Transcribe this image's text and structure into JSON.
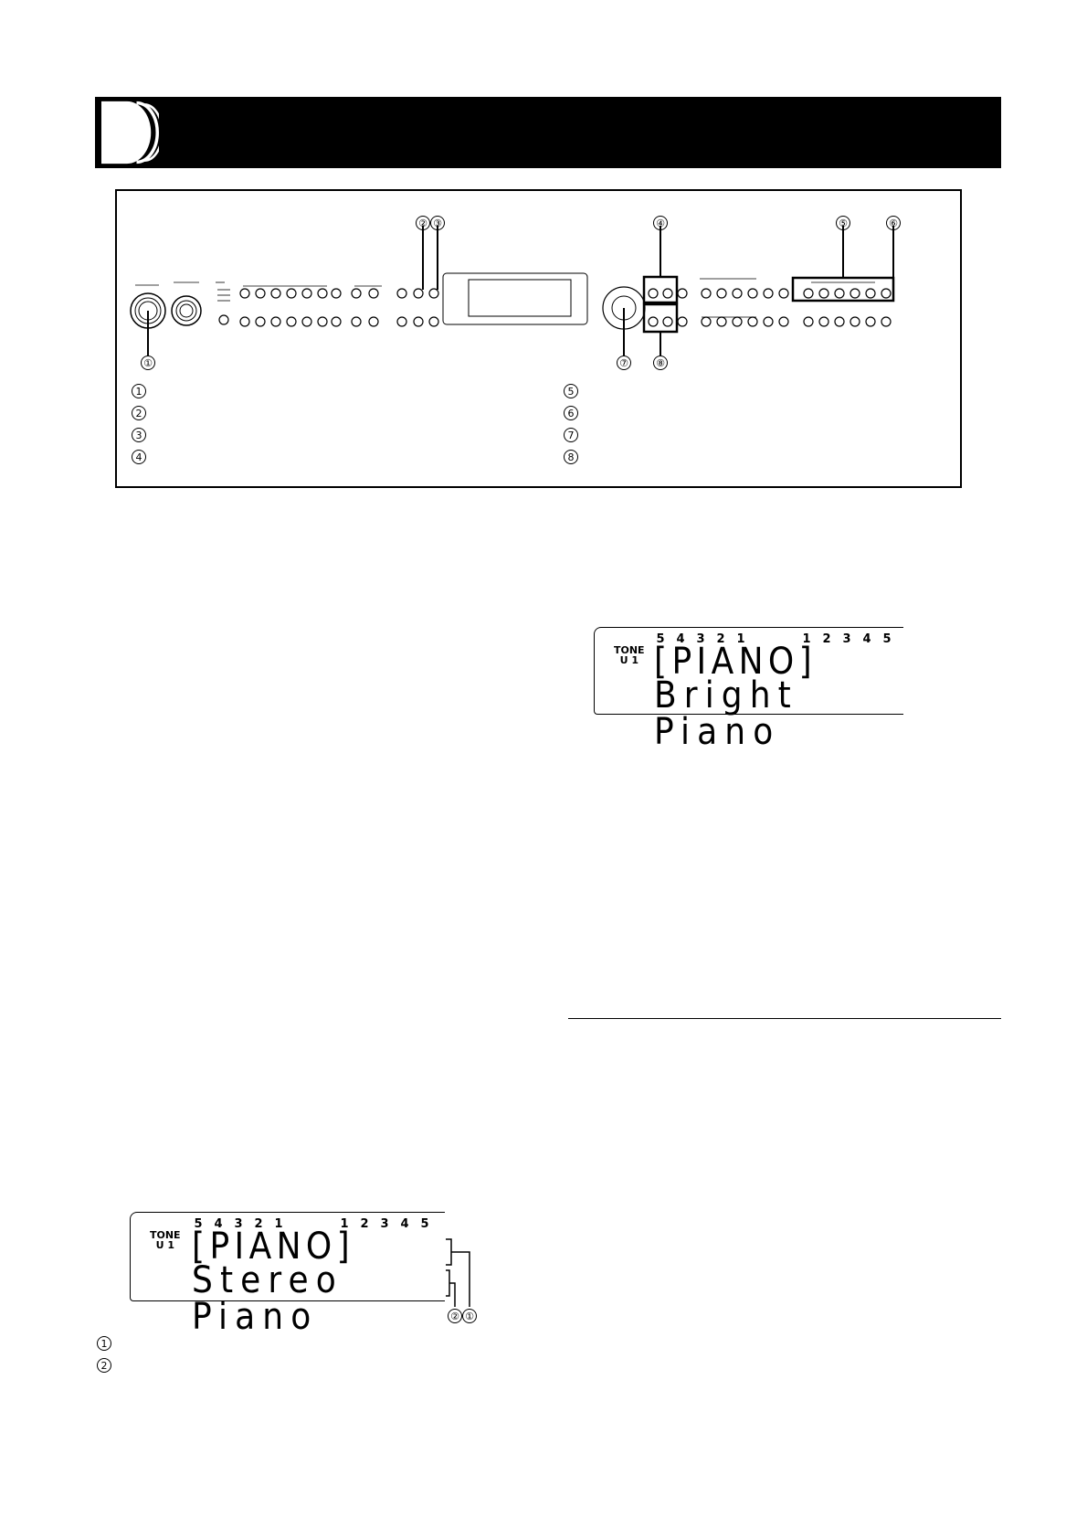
{
  "callout_numbers": [
    "①",
    "②",
    "③",
    "④",
    "⑤",
    "⑥",
    "⑦",
    "⑧"
  ],
  "legend": {
    "left": [
      "1",
      "2",
      "3",
      "4"
    ],
    "right": [
      "5",
      "6",
      "7",
      "8"
    ]
  },
  "lcd_top": {
    "mode": "TONE",
    "number": "U 1",
    "scale_left": [
      "5",
      "4",
      "3",
      "2",
      "1"
    ],
    "scale_right": [
      "1",
      "2",
      "3",
      "4",
      "5"
    ],
    "category": "[PIANO]",
    "tone_name": "Bright Piano"
  },
  "lcd_bottom": {
    "mode": "TONE",
    "number": "U 1",
    "scale_left": [
      "5",
      "4",
      "3",
      "2",
      "1"
    ],
    "scale_right": [
      "1",
      "2",
      "3",
      "4",
      "5"
    ],
    "category": "[PIANO]",
    "tone_name": "Stereo Piano",
    "callouts": [
      "②",
      "①"
    ],
    "legend": [
      "1",
      "2"
    ]
  },
  "colors": {
    "ink": "#000000",
    "paper": "#ffffff"
  }
}
